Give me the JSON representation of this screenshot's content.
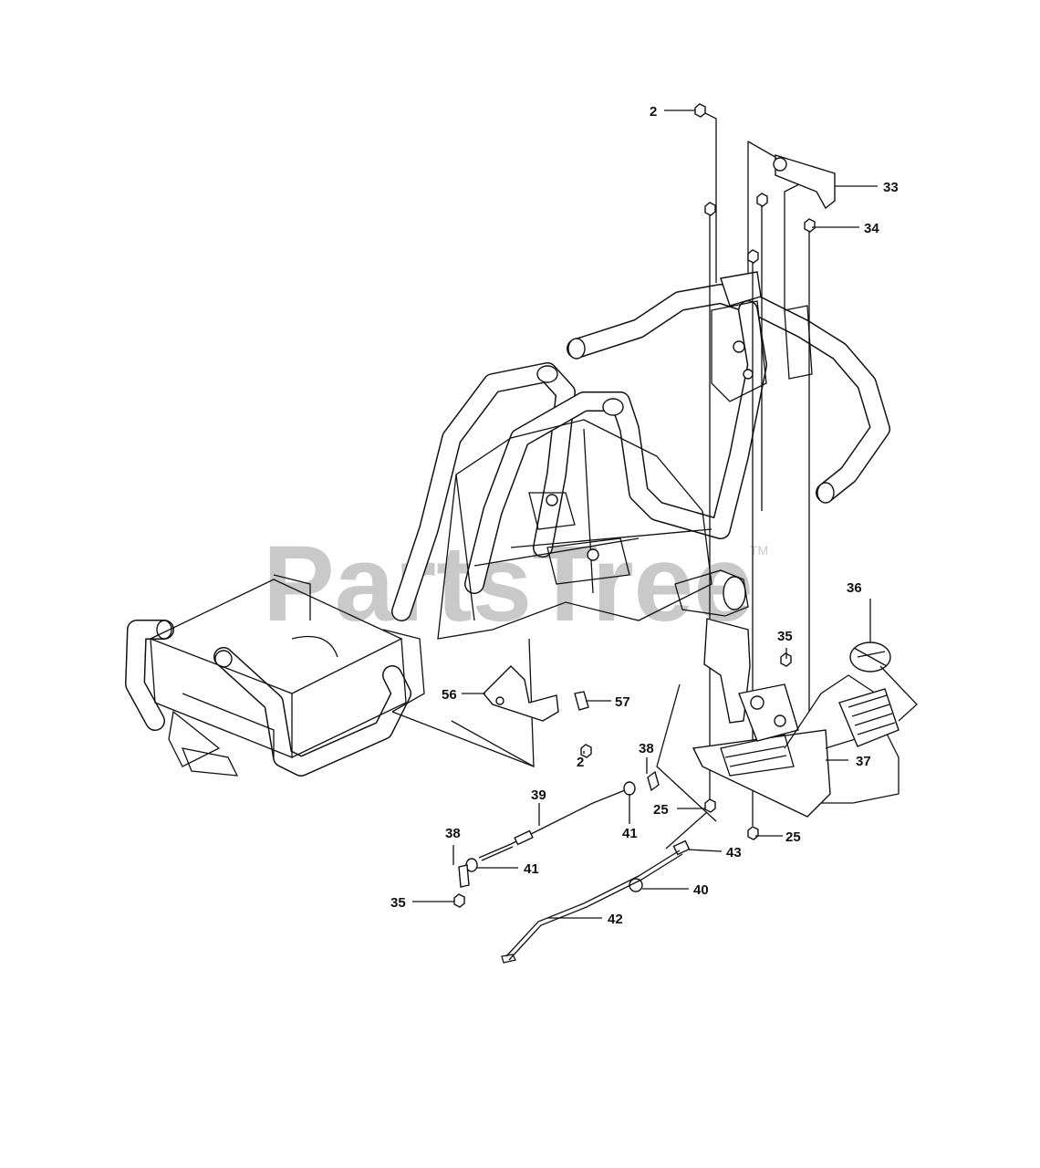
{
  "watermark": {
    "text": "PartsTree",
    "trademark": "TM"
  },
  "callouts": {
    "c2_top": "2",
    "c33": "33",
    "c34": "34",
    "c36": "36",
    "c35_right": "35",
    "c37": "37",
    "c56": "56",
    "c57": "57",
    "c2_bottom": "2",
    "c38_top": "38",
    "c39": "39",
    "c41_right": "41",
    "c25_left": "25",
    "c25_right": "25",
    "c43": "43",
    "c38_left": "38",
    "c41_left": "41",
    "c40": "40",
    "c35_left": "35",
    "c42": "42"
  }
}
